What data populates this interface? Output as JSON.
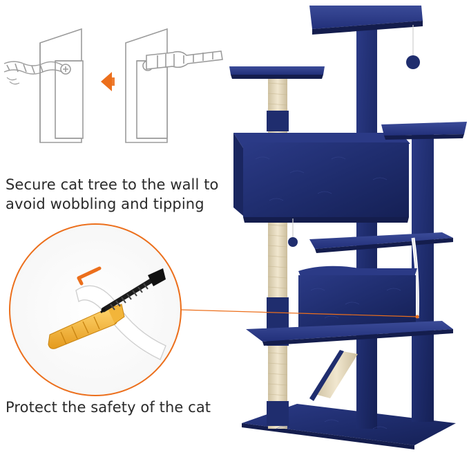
{
  "captions": {
    "wall_mount_line1": "Secure cat tree to the wall to",
    "wall_mount_line2": "avoid wobbling and tipping",
    "safety": "Protect the safety of the cat"
  },
  "colors": {
    "plush_navy": "#1f2d6e",
    "plush_shadow": "#141d4d",
    "plush_highlight": "#3a4a94",
    "sisal": "#e8dcc0",
    "accent_orange": "#ec6f1c",
    "anchor_yellow": "#f2b53a",
    "line_gray": "#9b9b9b"
  },
  "icons": {
    "direction_arrow_top": "orange-left-arrow-icon",
    "direction_arrow_bottom": "orange-down-left-arrow-icon",
    "wall_anchor": "wall-anchor-icon",
    "screw": "screw-icon"
  }
}
